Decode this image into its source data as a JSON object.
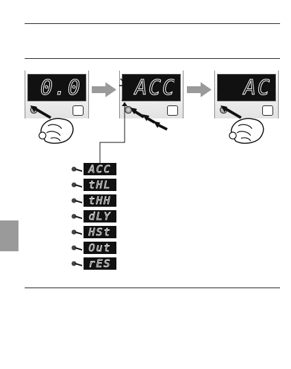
{
  "displays": {
    "left": "0.0",
    "middle": "ACC",
    "right": "AC"
  },
  "menu": [
    "ACC",
    "tHL",
    "tHH",
    "dLY",
    "HSt",
    "Out",
    "rES"
  ],
  "colors": {
    "lcd": "#111111",
    "segment": "#ffffff",
    "tab": "#9a9a9a",
    "arrow": "#9a9a9a"
  },
  "icons": [
    "hand-pressing-icon",
    "key-button-icon",
    "gray-arrow-icon",
    "black-arrow-icon",
    "blink-rays-icon"
  ]
}
